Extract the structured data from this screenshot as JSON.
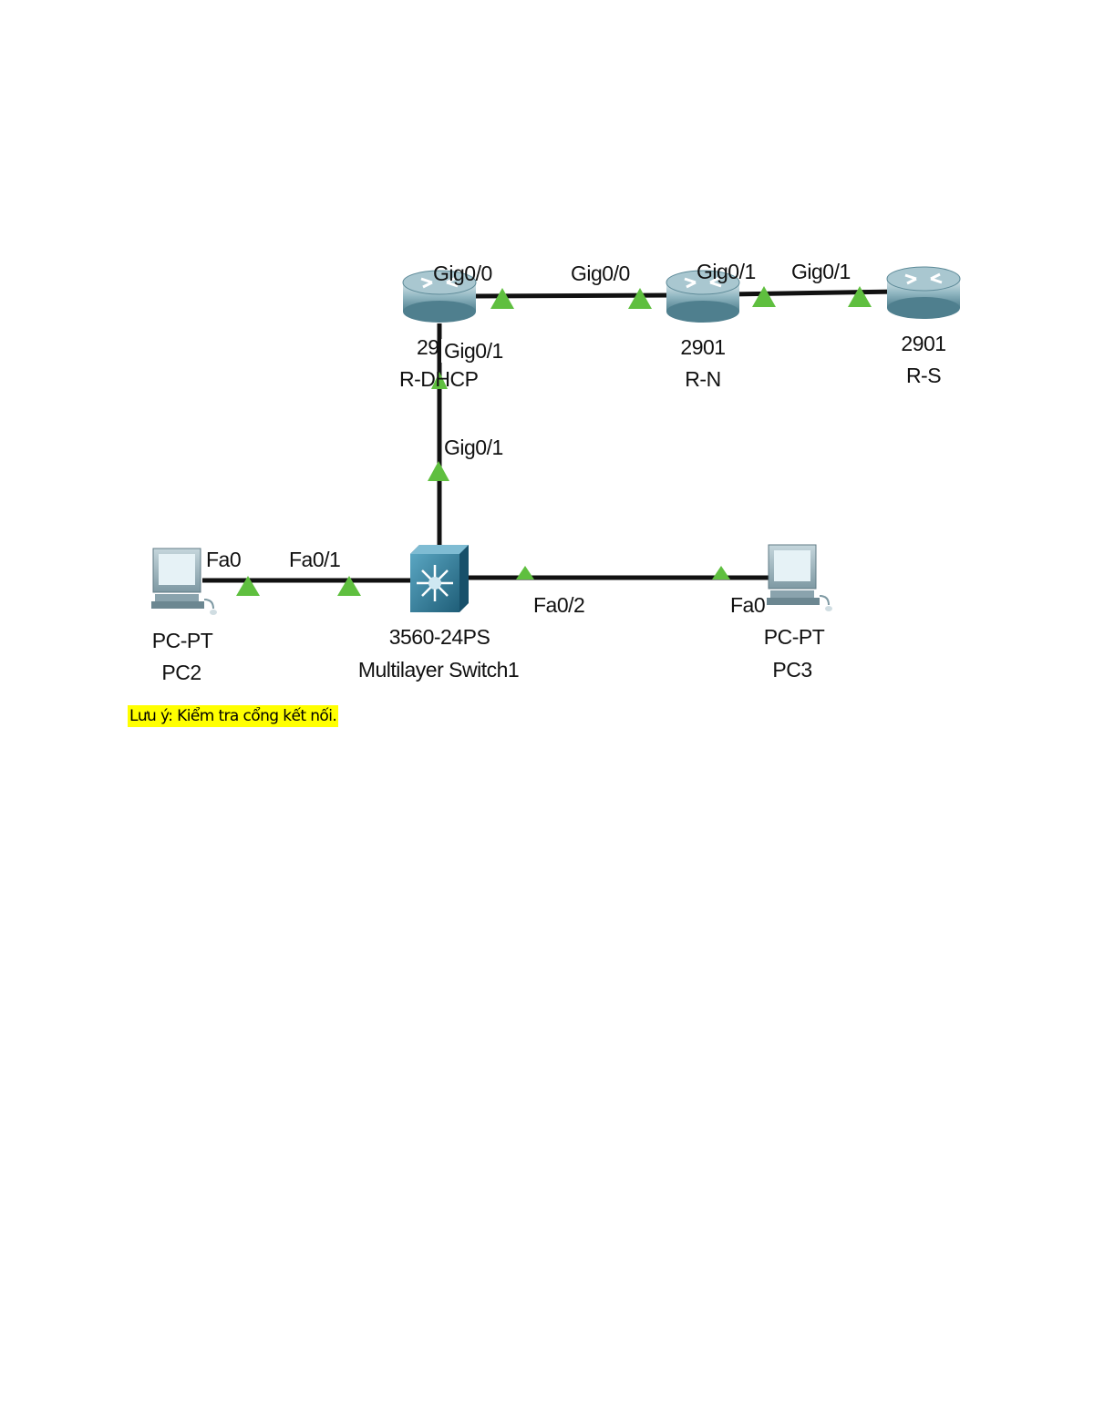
{
  "devices": {
    "r_dhcp": {
      "model": "29",
      "name": "R-DHCP"
    },
    "r_n": {
      "model": "2901",
      "name": "R-N"
    },
    "r_s": {
      "model": "2901",
      "name": "R-S"
    },
    "switch1": {
      "model": "3560-24PS",
      "name": "Multilayer Switch1"
    },
    "pc2": {
      "model": "PC-PT",
      "name": "PC2"
    },
    "pc3": {
      "model": "PC-PT",
      "name": "PC3"
    }
  },
  "ports": {
    "r_dhcp_gig00": "Gig0/0",
    "r_n_gig00": "Gig0/0",
    "r_n_gig01": "Gig0/1",
    "r_s_gig01": "Gig0/1",
    "r_dhcp_gig01": "Gig0/1",
    "switch_gig01": "Gig0/1",
    "pc2_fa0": "Fa0",
    "switch_fa01": "Fa0/1",
    "switch_fa02": "Fa0/2",
    "pc3_fa0": "Fa0"
  },
  "colors": {
    "link": "#111111",
    "link_up_indicator": "#5fbf3f",
    "router_body": "#8fb5c0",
    "switch_body": "#2f7e9a",
    "pc_body": "#a9bfc7",
    "note_highlight": "#ffff00"
  },
  "note": "Lưu ý: Kiểm tra cổng kết nối."
}
